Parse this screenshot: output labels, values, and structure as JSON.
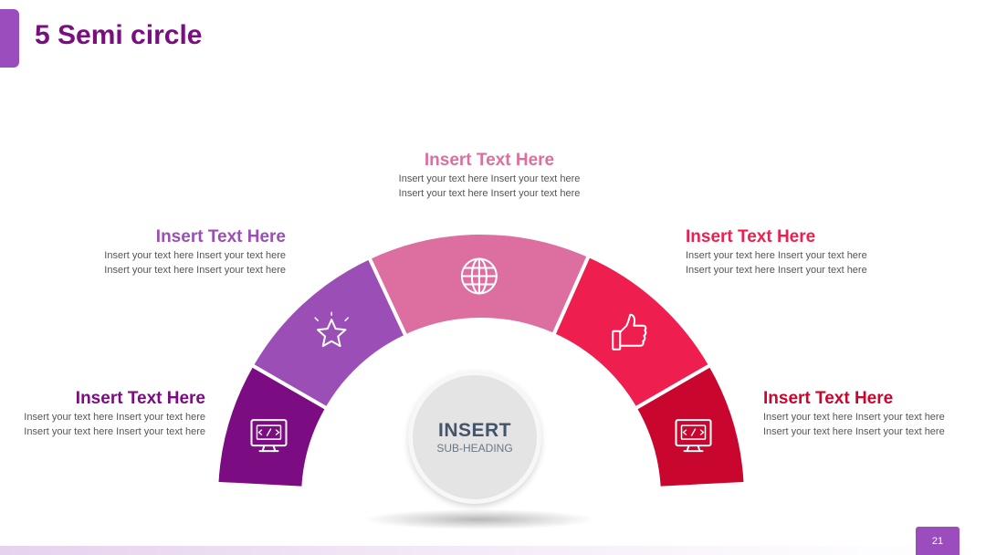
{
  "slide": {
    "title": "5 Semi circle",
    "page_number": "21"
  },
  "colors": {
    "accent": "#9b4dbd",
    "title": "#7a0d80",
    "segment_1": "#7b0c82",
    "segment_2": "#9b4fb6",
    "segment_3": "#dd6fa0",
    "segment_4": "#ee1f4e",
    "segment_5": "#c8062e"
  },
  "segments": [
    {
      "heading": "Insert Text Here",
      "body": "Insert your text here Insert your text here Insert your text here Insert your text here",
      "icon": "monitor-code-icon",
      "heading_color": "#7b0c82"
    },
    {
      "heading": "Insert Text Here",
      "body": "Insert your text here Insert your text here Insert your text here Insert your text here",
      "icon": "star-icon",
      "heading_color": "#9b4fb6"
    },
    {
      "heading": "Insert Text Here",
      "body": "Insert your text here Insert your text here Insert your text here Insert your text here",
      "icon": "globe-icon",
      "heading_color": "#dd6fa0"
    },
    {
      "heading": "Insert Text Here",
      "body": "Insert your text here Insert your text here Insert your text here Insert your text here",
      "icon": "thumbs-up-icon",
      "heading_color": "#ee1f4e"
    },
    {
      "heading": "Insert Text Here",
      "body": "Insert your text here Insert your text here Insert your text here Insert your text here",
      "icon": "monitor-code-icon",
      "heading_color": "#c8062e"
    }
  ],
  "center": {
    "heading": "INSERT",
    "subheading": "SUB-HEADING"
  }
}
